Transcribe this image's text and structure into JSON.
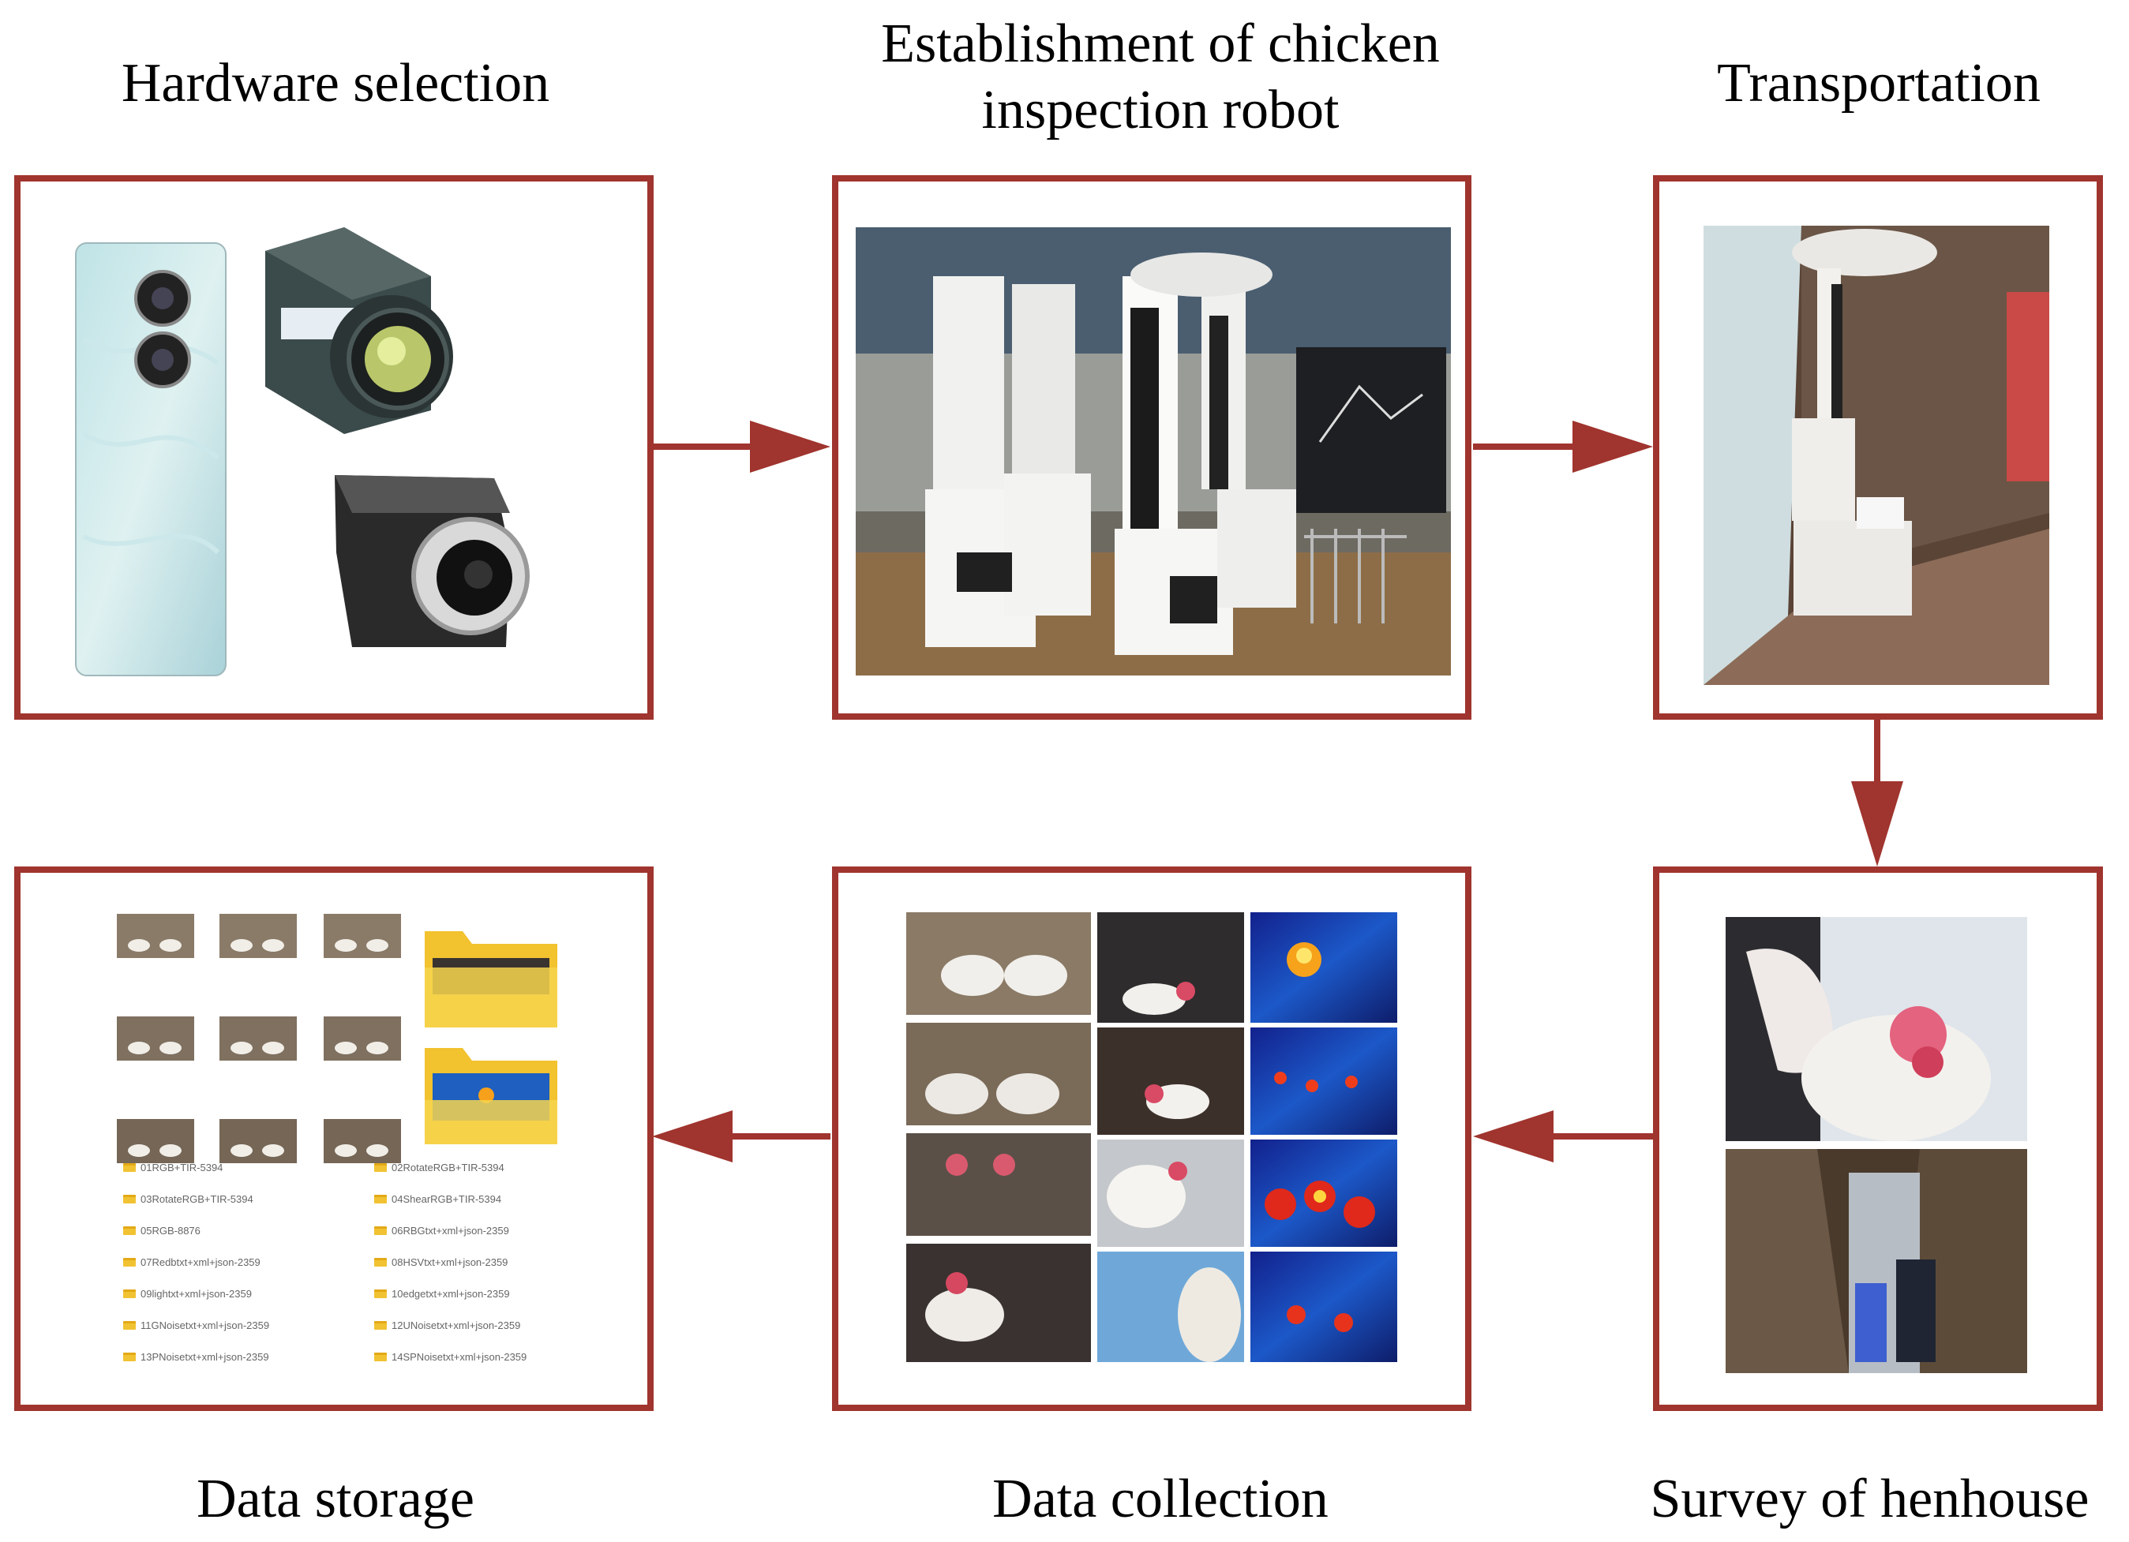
{
  "diagram": {
    "accent_color": "#a0342e",
    "steps": [
      {
        "id": "hardware",
        "label": "Hardware selection"
      },
      {
        "id": "robot",
        "label_line1": "Establishment of chicken",
        "label_line2": "inspection robot"
      },
      {
        "id": "transport",
        "label": "Transportation"
      },
      {
        "id": "survey",
        "label": "Survey of henhouse"
      },
      {
        "id": "collection",
        "label": "Data collection"
      },
      {
        "id": "storage",
        "label": "Data storage"
      }
    ],
    "storage_files": {
      "left": [
        "01RGB+TIR-5394",
        "03RotateRGB+TIR-5394",
        "05RGB-8876",
        "07Redbtxt+xml+json-2359",
        "09lightxt+xml+json-2359",
        "11GNoisetxt+xml+json-2359",
        "13PNoisetxt+xml+json-2359"
      ],
      "right": [
        "02RotateRGB+TIR-5394",
        "04ShearRGB+TIR-5394",
        "06RBGtxt+xml+json-2359",
        "08HSVtxt+xml+json-2359",
        "10edgetxt+xml+json-2359",
        "12UNoisetxt+xml+json-2359",
        "14SPNoisetxt+xml+json-2359"
      ]
    },
    "icons": [
      "smartphone-icon",
      "thermal-camera-icon",
      "industrial-camera-icon",
      "folder-icon"
    ],
    "colors": {
      "frame": "#a0342e",
      "arrow": "#a0342e",
      "folder": "#f1c232"
    }
  }
}
